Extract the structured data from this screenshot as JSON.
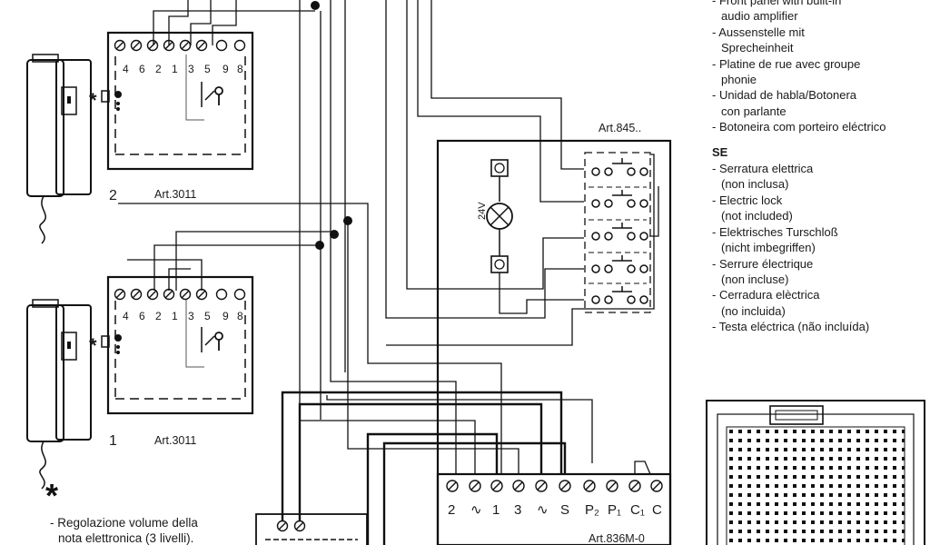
{
  "handsets": [
    {
      "number": "2",
      "model": "Art.3011",
      "terminals": [
        "4",
        "6",
        "2",
        "1",
        "3",
        "5",
        "9",
        "8"
      ],
      "asterisk": "*"
    },
    {
      "number": "1",
      "model": "Art.3011",
      "terminals": [
        "4",
        "6",
        "2",
        "1",
        "3",
        "5",
        "9",
        "8"
      ],
      "asterisk": "*"
    }
  ],
  "button_panel": {
    "label": "Art.845.."
  },
  "power_unit": {
    "label": "Art.836M-0",
    "lamp_label": "24V",
    "terminals": [
      "2",
      "∿",
      "1",
      "3",
      "∿",
      "S",
      "P₂",
      "P₁",
      "C₁",
      "C"
    ]
  },
  "legend": {
    "lines": [
      "- Front panel with built-in",
      "audio amplifier",
      "- Aussenstelle mit",
      "Sprecheinheit",
      "- Platine de rue avec groupe",
      "phonie",
      "- Unidad de habla/Botonera",
      "con  parlante",
      "- Botoneira com porteiro eléctrico"
    ],
    "se_heading": "SE",
    "se_lines": [
      "- Serratura elettrica",
      "(non inclusa)",
      "- Electric lock",
      "(not included)",
      "- Elektrisches Turschloß",
      "(nicht imbegriffen)",
      "- Serrure électrique",
      "(non incluse)",
      "- Cerradura elèctrica",
      "(no incluida)",
      "- Testa eléctrica (não incluída)"
    ]
  },
  "note": {
    "symbol": "*",
    "lines": [
      "- Regolazione volume della",
      "nota elettronica (3 livelli)."
    ]
  }
}
